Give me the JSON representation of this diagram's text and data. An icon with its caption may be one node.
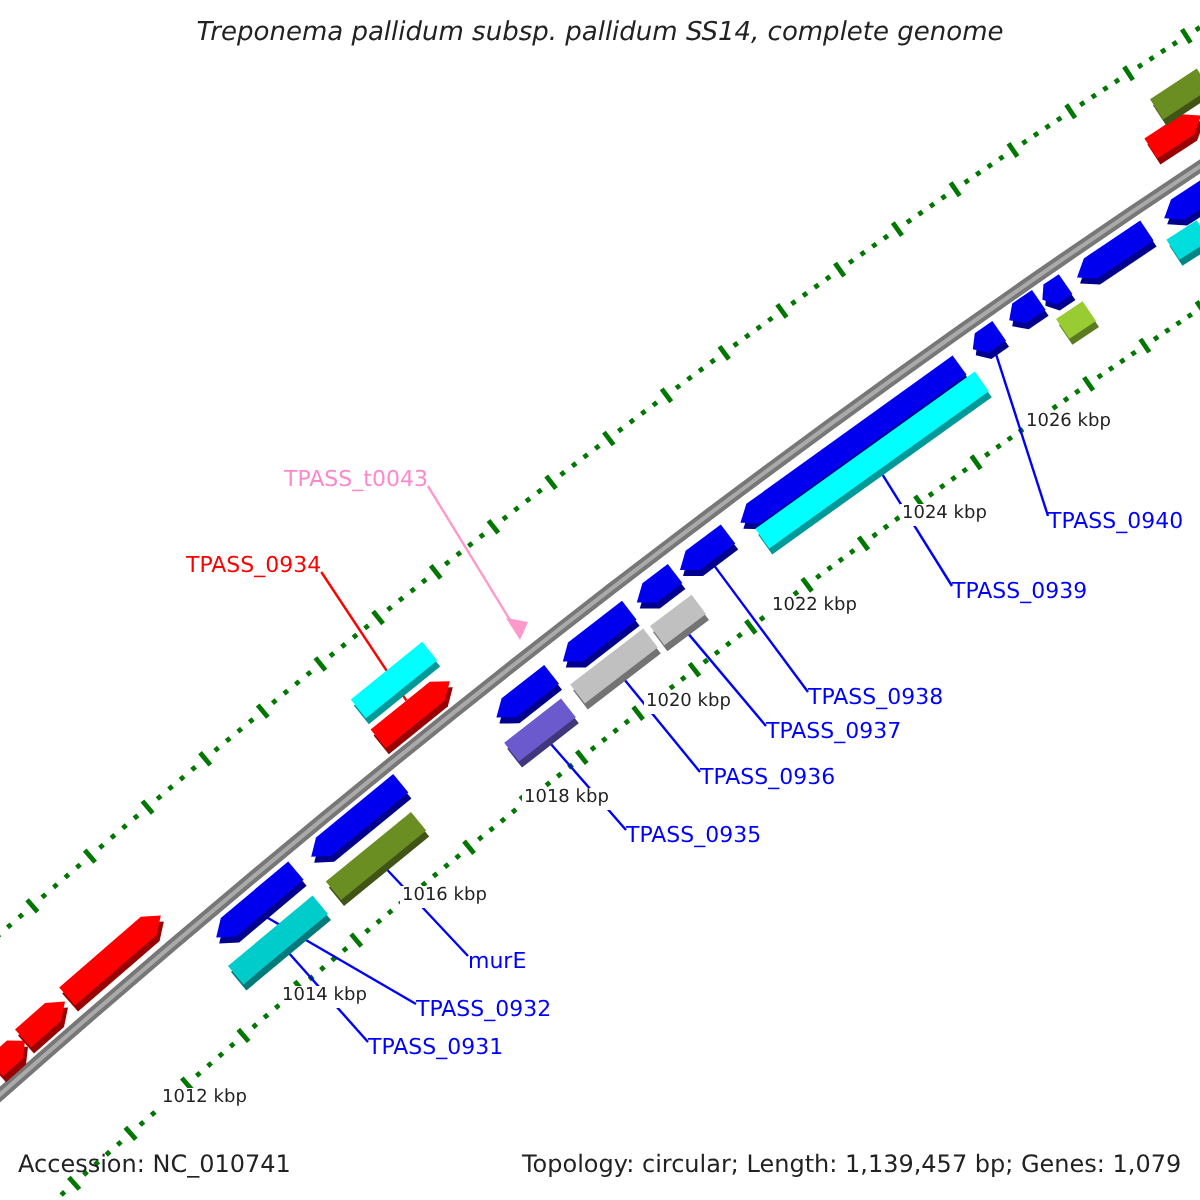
{
  "diagram": {
    "title": "Treponema pallidum subsp. pallidum SS14, complete genome",
    "nodes": [
      {
        "text": [
          "TPASS_t0043"
        ]
      },
      {
        "text": [
          "TPASS_0934"
        ]
      },
      {
        "text": [
          "TPASS_0940"
        ]
      },
      {
        "text": [
          "TPASS_0939"
        ]
      },
      {
        "text": [
          "TPASS_0938"
        ]
      },
      {
        "text": [
          "TPASS_0937"
        ]
      },
      {
        "text": [
          "TPASS_0936"
        ]
      },
      {
        "text": [
          "TPASS_0935"
        ]
      },
      {
        "text": [
          "murE"
        ]
      },
      {
        "text": [
          "TPASS_0932"
        ]
      },
      {
        "text": [
          "TPASS_0931"
        ]
      },
      {
        "text": [],
        "shape": "bar"
      },
      {
        "text": [],
        "shape": "bar"
      },
      {
        "text": [],
        "shape": "bar"
      },
      {
        "text": [],
        "shape": "bar"
      },
      {
        "text": [],
        "shape": "bar"
      },
      {
        "text": [],
        "shape": "bar"
      },
      {
        "text": [],
        "shape": "bar"
      },
      {
        "text": [],
        "shape": "bar"
      },
      {
        "text": [],
        "shape": "bar"
      },
      {
        "text": [],
        "shape": "triangle"
      },
      {
        "text": [],
        "shape": "bar"
      },
      {
        "text": [],
        "shape": "bar"
      },
      {
        "text": [],
        "shape": "bar"
      },
      {
        "text": [],
        "shape": "bar"
      },
      {
        "text": [],
        "shape": "bar"
      },
      {
        "text": [],
        "shape": "bar"
      },
      {
        "text": [],
        "shape": "bar"
      },
      {
        "text": [],
        "shape": "bar"
      },
      {
        "text": [],
        "shape": "bar"
      },
      {
        "text": [],
        "shape": "bar"
      },
      {
        "text": [],
        "shape": "bar"
      },
      {
        "text": [],
        "shape": "bar"
      },
      {
        "text": [],
        "shape": "bar"
      },
      {
        "text": [],
        "shape": "bar"
      },
      {
        "text": [],
        "shape": "bar"
      },
      {
        "text": [],
        "shape": "bar"
      },
      {
        "text": [],
        "shape": "bar"
      },
      {
        "text": [],
        "shape": "bar"
      }
    ],
    "edges": [
      {
        "from": 0,
        "to": 20,
        "arrow": "none",
        "color": "#ff99cc"
      },
      {
        "from": 1,
        "to": 19,
        "arrow": "none",
        "color": "#ff0000"
      },
      {
        "from": 2,
        "to": 30,
        "arrow": "none"
      },
      {
        "from": 3,
        "to": 29,
        "arrow": "none"
      },
      {
        "from": 4,
        "to": 27,
        "arrow": "none"
      },
      {
        "from": 5,
        "to": 26,
        "arrow": "none"
      },
      {
        "from": 6,
        "to": 24,
        "arrow": "none"
      },
      {
        "from": 7,
        "to": 22,
        "arrow": "none"
      },
      {
        "from": 8,
        "to": 17,
        "arrow": "none"
      },
      {
        "from": 9,
        "to": 14,
        "arrow": "none"
      },
      {
        "from": 10,
        "to": 15,
        "arrow": "none"
      }
    ],
    "labels": [
      "1026 kbp",
      "1024 kbp",
      "1022 kbp",
      "1020 kbp",
      "1018 kbp",
      "1016 kbp",
      "1014 kbp",
      "1012 kbp",
      "Accession: NC_010741",
      "Topology: circular; Length: 1,139,457 bp; Genes: 1,079"
    ]
  }
}
